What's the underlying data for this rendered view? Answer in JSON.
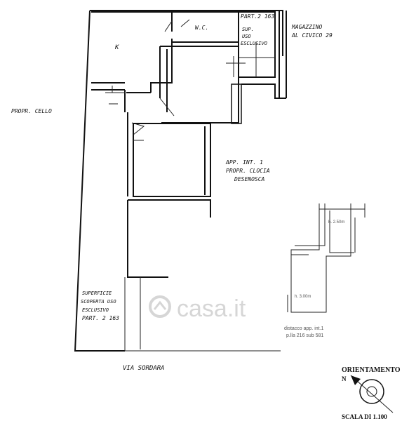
{
  "labels": {
    "part_top": "PART.2 163",
    "sup_uso": "SUP.",
    "sup_uso_2": "USO",
    "sup_uso_3": "ESCLUSIVO",
    "wc": "W.C.",
    "k": "K",
    "magazzino_1": "MAGAZZINO",
    "magazzino_2": "AL CIVICO 29",
    "propr_left": "PROPR. CELLO",
    "app_int_1": "APP. INT. 1",
    "app_int_2": "PROPR. CLOCIA",
    "app_int_3": "DESENOSCA",
    "sup_scop_1": "SUPERFICIE",
    "sup_scop_2": "SCOPERTA USO",
    "sup_scop_3": "ESCLUSIVO",
    "sup_scop_4": "PART. 2 163",
    "street": "VIA SORDARA",
    "h_top": "h. 2.50m",
    "h_bottom": "h. 3.00m",
    "distacco_1": "distacco app. int.1",
    "distacco_2": "p.lla 216 sub 581",
    "orientamento": "ORIENTAMENTO",
    "north": "N",
    "scala": "SCALA DI 1.100",
    "watermark": "casa.it"
  }
}
